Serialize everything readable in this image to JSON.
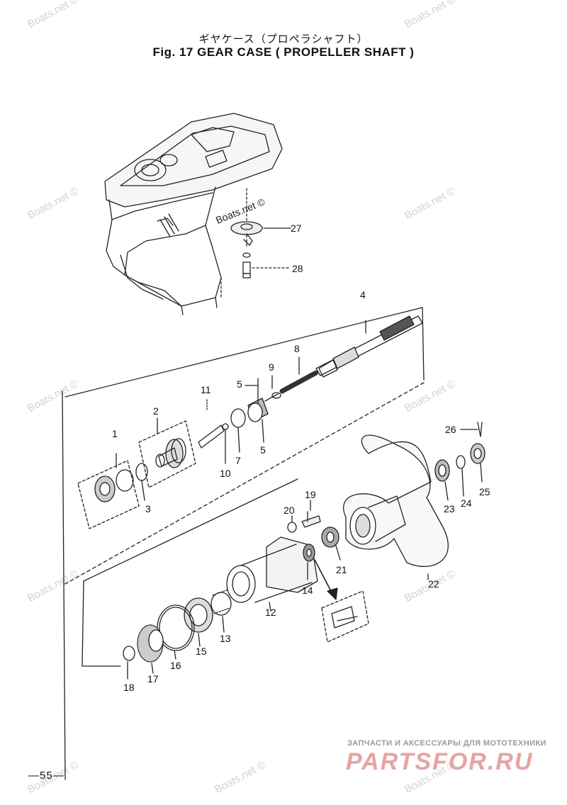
{
  "title": {
    "japanese": "ギヤケース（プロペラシャフト）",
    "english": "Fig. 17   GEAR CASE ( PROPELLER SHAFT )"
  },
  "watermark": {
    "text": "Boats.net ©",
    "color": "#d2d2d2"
  },
  "part_labels": {
    "p1": "1",
    "p2": "2",
    "p3": "3",
    "p4": "4",
    "p5a": "5",
    "p5b": "5",
    "p7": "7",
    "p8": "8",
    "p9": "9",
    "p10": "10",
    "p11": "11",
    "p12": "12",
    "p13": "13",
    "p14": "14",
    "p15": "15",
    "p16": "16",
    "p17": "17",
    "p18": "18",
    "p19": "19",
    "p20": "20",
    "p21": "21",
    "p22": "22",
    "p23": "23",
    "p24": "24",
    "p25": "25",
    "p26": "26",
    "p27": "27",
    "p28": "28"
  },
  "page_number": "—55—",
  "footer": {
    "tagline": "ЗАПЧАСТИ И АКСЕССУАРЫ ДЛЯ МОТОТЕХНИКИ",
    "logo": "PARTSFOR.RU",
    "logo_color": "#e7a3a3"
  }
}
